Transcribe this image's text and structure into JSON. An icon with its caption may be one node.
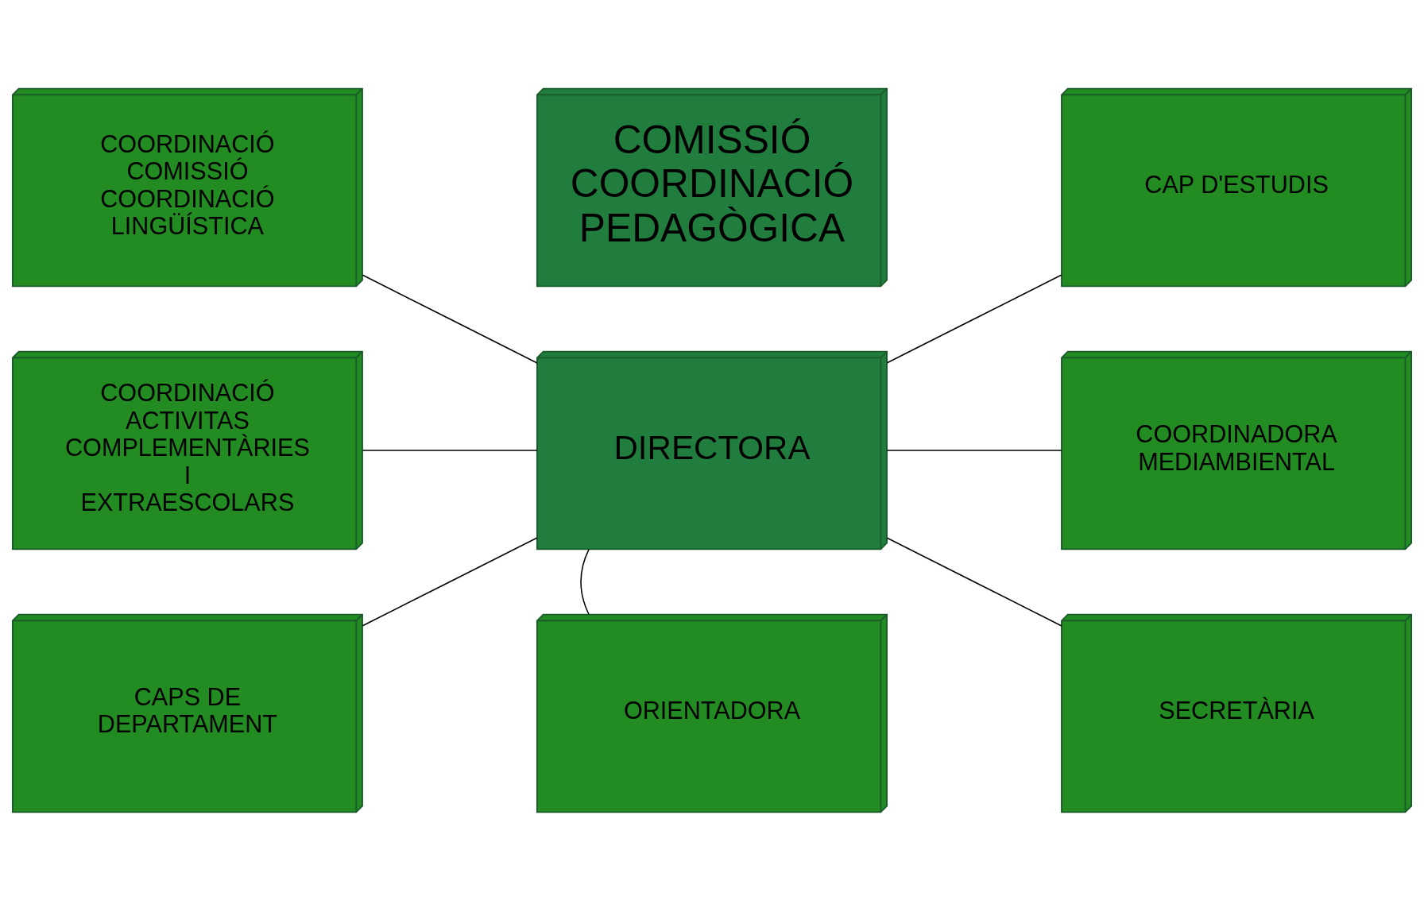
{
  "diagram": {
    "nodes": [
      {
        "text": [
          "COMISSIÓ COORDINACIÓ PEDAGÒGICA"
        ]
      },
      {
        "text": [
          "COORDINACIÓ COMISSIÓ COORDINACIÓ LINGÜÍSTICA"
        ]
      },
      {
        "text": [
          "CAP D'ESTUDIS"
        ]
      },
      {
        "text": [
          "COORDINACIÓ ACTIVITAS COMPLEMENTÀRIES I EXTRAESCOLARS"
        ]
      },
      {
        "text": [
          "DIRECTORA"
        ]
      },
      {
        "text": [
          "COORDINADORA MEDIAMBIENTAL"
        ]
      },
      {
        "text": [
          "CAPS DE DEPARTAMENT"
        ]
      },
      {
        "text": [
          "ORIENTADORA"
        ]
      },
      {
        "text": [
          "SECRETÀRIA"
        ]
      }
    ],
    "edges": [
      {
        "from": 1,
        "to": 4,
        "arrow": "none"
      },
      {
        "from": 3,
        "to": 4,
        "arrow": "none"
      },
      {
        "from": 6,
        "to": 4,
        "arrow": "none"
      },
      {
        "from": 4,
        "to": 7,
        "arrow": "none"
      },
      {
        "from": 4,
        "to": 2,
        "arrow": "none"
      },
      {
        "from": 4,
        "to": 5,
        "arrow": "none"
      },
      {
        "from": 4,
        "to": 8,
        "arrow": "none"
      }
    ]
  }
}
